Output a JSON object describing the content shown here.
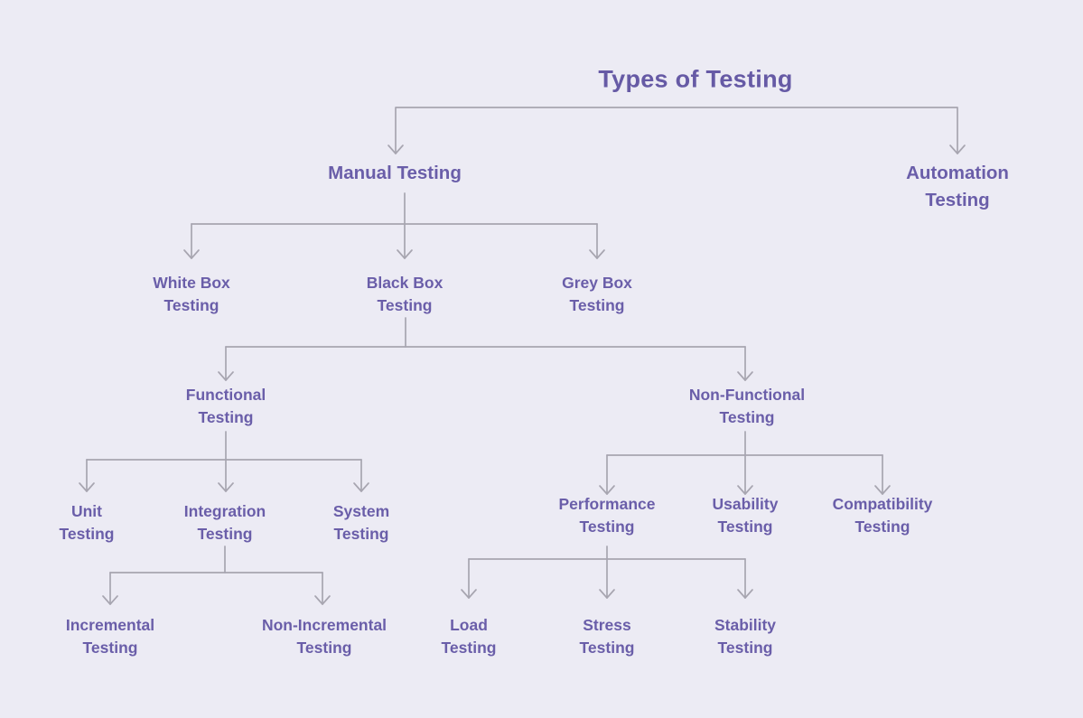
{
  "title": "Types of Testing",
  "colors": {
    "background": "#ecebf4",
    "title_text": "#665aa5",
    "node_text": "#6a5ea9",
    "connector_line": "#a7a5b0"
  },
  "nodes": {
    "manual": {
      "label": "Manual Testing"
    },
    "automation": {
      "label": "Automation\nTesting"
    },
    "white_box": {
      "label": "White Box\nTesting"
    },
    "black_box": {
      "label": "Black Box\nTesting"
    },
    "grey_box": {
      "label": "Grey Box\nTesting"
    },
    "functional": {
      "label": "Functional\nTesting"
    },
    "non_functional": {
      "label": "Non-Functional\nTesting"
    },
    "unit": {
      "label": "Unit\nTesting"
    },
    "integration": {
      "label": "Integration\nTesting"
    },
    "system": {
      "label": "System\nTesting"
    },
    "incremental": {
      "label": "Incremental\nTesting"
    },
    "non_incremental": {
      "label": "Non-Incremental\nTesting"
    },
    "performance": {
      "label": "Performance\nTesting"
    },
    "usability": {
      "label": "Usability\nTesting"
    },
    "compatibility": {
      "label": "Compatibility\nTesting"
    },
    "load": {
      "label": "Load\nTesting"
    },
    "stress": {
      "label": "Stress\nTesting"
    },
    "stability": {
      "label": "Stability\nTesting"
    }
  },
  "hierarchy": {
    "edges": [
      [
        "Types of Testing",
        "Manual Testing"
      ],
      [
        "Types of Testing",
        "Automation Testing"
      ],
      [
        "Manual Testing",
        "White Box Testing"
      ],
      [
        "Manual Testing",
        "Black Box Testing"
      ],
      [
        "Manual Testing",
        "Grey Box Testing"
      ],
      [
        "Black Box Testing",
        "Functional Testing"
      ],
      [
        "Black Box Testing",
        "Non-Functional Testing"
      ],
      [
        "Functional Testing",
        "Unit Testing"
      ],
      [
        "Functional Testing",
        "Integration Testing"
      ],
      [
        "Functional Testing",
        "System Testing"
      ],
      [
        "Integration Testing",
        "Incremental Testing"
      ],
      [
        "Integration Testing",
        "Non-Incremental Testing"
      ],
      [
        "Non-Functional Testing",
        "Performance Testing"
      ],
      [
        "Non-Functional Testing",
        "Usability Testing"
      ],
      [
        "Non-Functional Testing",
        "Compatibility Testing"
      ],
      [
        "Performance Testing",
        "Load Testing"
      ],
      [
        "Performance Testing",
        "Stress Testing"
      ],
      [
        "Performance Testing",
        "Stability Testing"
      ]
    ]
  }
}
